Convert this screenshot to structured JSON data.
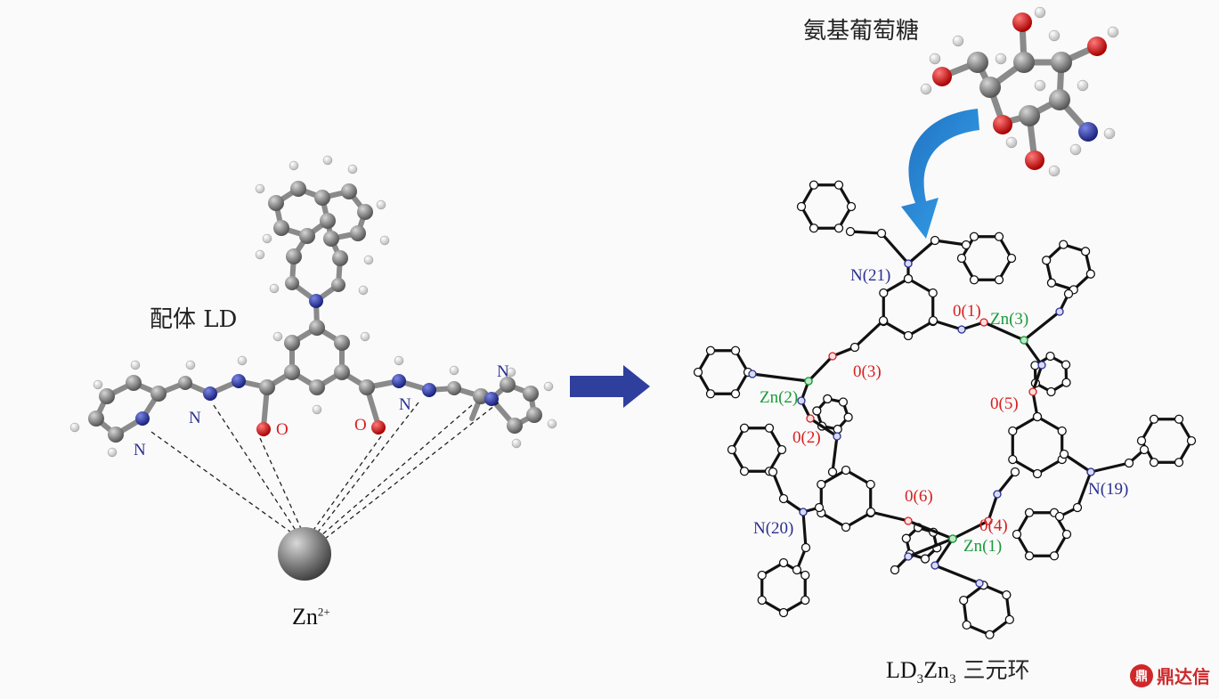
{
  "left_panel": {
    "ligand_label": "配体 LD",
    "atom_labels": {
      "n1": "N",
      "n2": "N",
      "n3": "N",
      "n4": "N",
      "o1": "O",
      "o2": "O"
    },
    "metal_label": "Zn",
    "metal_charge": "2+"
  },
  "right_panel": {
    "glucosamine_label": "氨基葡萄糖",
    "product_label_prefix": "LD",
    "product_sub1": "3",
    "product_mid": "Zn",
    "product_sub2": "3",
    "product_suffix": " 三元环",
    "labels": {
      "n21": "N(21)",
      "n20": "N(20)",
      "n19": "N(19)",
      "zn1": "Zn(1)",
      "zn2": "Zn(2)",
      "zn3": "Zn(3)",
      "o1": "0(1)",
      "o2": "0(2)",
      "o3": "0(3)",
      "o4": "0(4)",
      "o5": "0(5)",
      "o6": "0(6)"
    }
  },
  "colors": {
    "carbon": "#7a7a7a",
    "nitrogen": "#2b3aa8",
    "oxygen": "#e01818",
    "zinc_sphere": "#6e6e6e",
    "arrow_main": "#2f3f9e",
    "arrow_curved": "#2a8fd6",
    "nitrogen_label": "#2b2f8f",
    "oxygen_label": "#d81f1f",
    "zinc_label": "#1a9a3a",
    "logo": "#d0282a"
  },
  "watermark": {
    "mark": "鼎",
    "text": "鼎达信"
  }
}
